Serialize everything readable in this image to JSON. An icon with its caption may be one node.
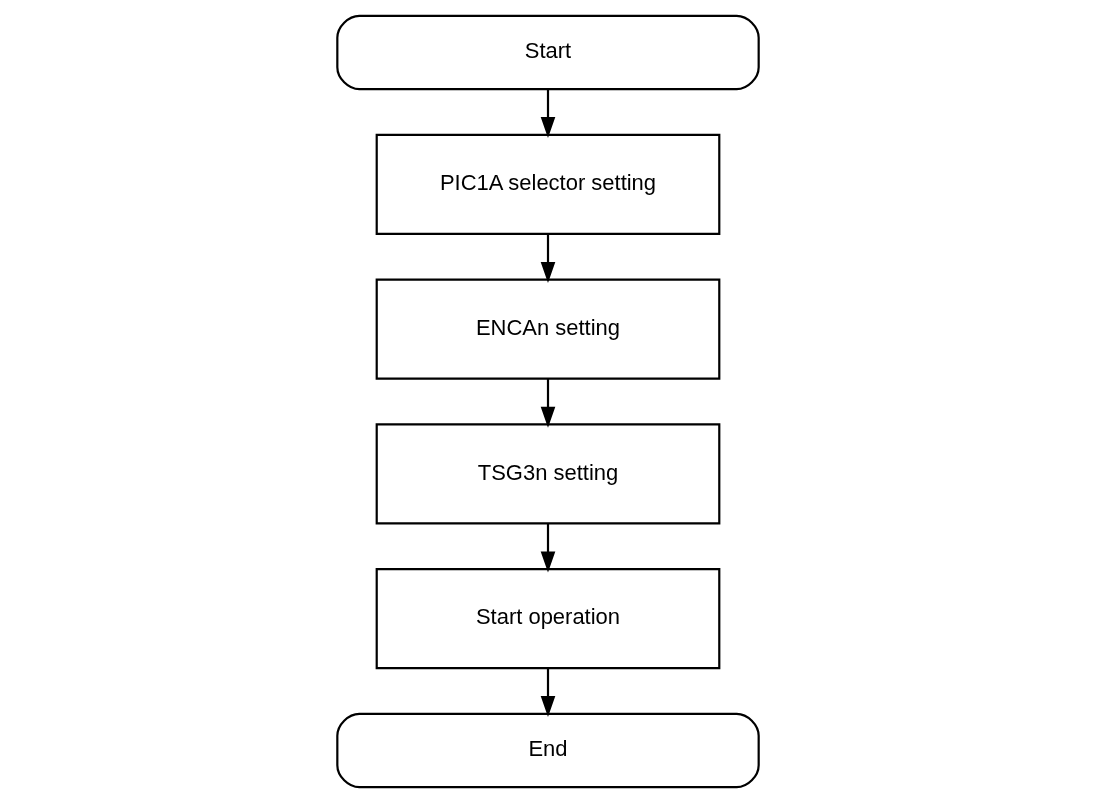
{
  "diagram": {
    "nodes": [
      {
        "text": [
          "Start"
        ]
      },
      {
        "text": [
          "PIC1A selector setting"
        ]
      },
      {
        "text": [
          "ENCAn setting"
        ]
      },
      {
        "text": [
          "TSG3n setting"
        ]
      },
      {
        "text": [
          "Start operation"
        ]
      },
      {
        "text": [
          "End"
        ]
      }
    ],
    "edges": [
      {
        "from": 0,
        "to": 1,
        "arrow": "to"
      },
      {
        "from": 1,
        "to": 2,
        "arrow": "to"
      },
      {
        "from": 2,
        "to": 3,
        "arrow": "to"
      },
      {
        "from": 3,
        "to": 4,
        "arrow": "to"
      },
      {
        "from": 4,
        "to": 5,
        "arrow": "to"
      }
    ]
  }
}
